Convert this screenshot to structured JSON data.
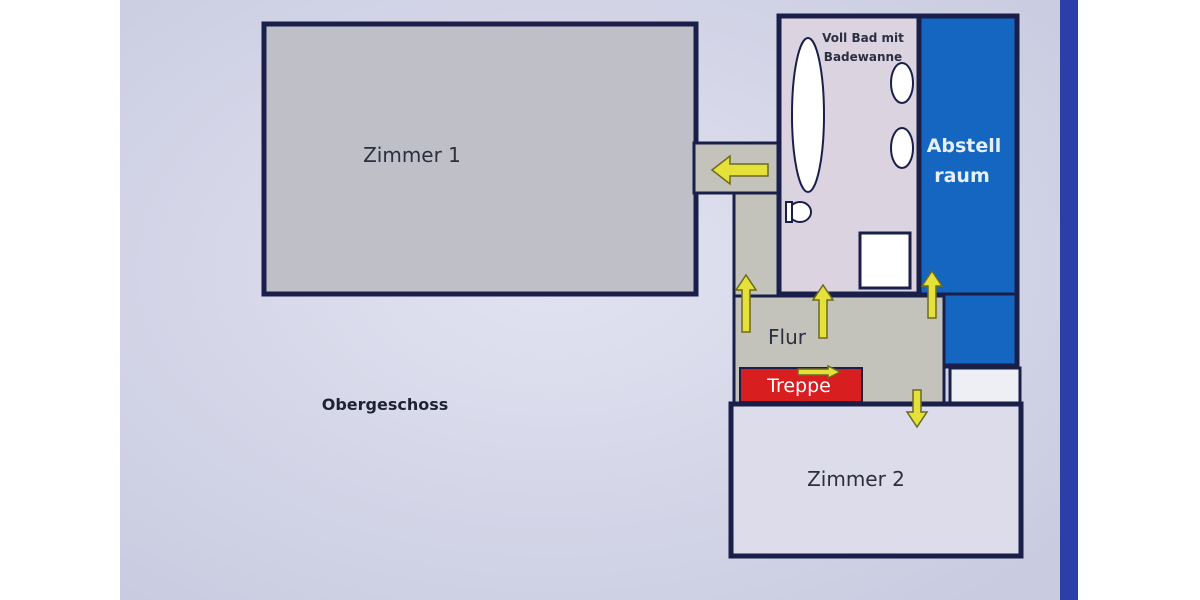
{
  "labels": {
    "zimmer1": "Zimmer 1",
    "zimmer2": "Zimmer 2",
    "flur": "Flur",
    "treppe": "Treppe",
    "bad_line1": "Voll Bad mit",
    "bad_line2": "Badewanne",
    "abstell_line1": "Abstell",
    "abstell_line2": "raum",
    "floor_name": "Obergeschoss"
  },
  "colors": {
    "background": "#dadbeb",
    "wall": "#1a1f4a",
    "room_grey": "#bfbfc8",
    "flur_grey": "#c4c3bb",
    "bad_pink": "#dcd3e1",
    "abstell_blue": "#1466c0",
    "treppe_red": "#d81e1e",
    "zimmer2_fill": "#dcdcea",
    "arrow_yellow": "#e6e03a",
    "label_dark": "#2b2f40"
  }
}
